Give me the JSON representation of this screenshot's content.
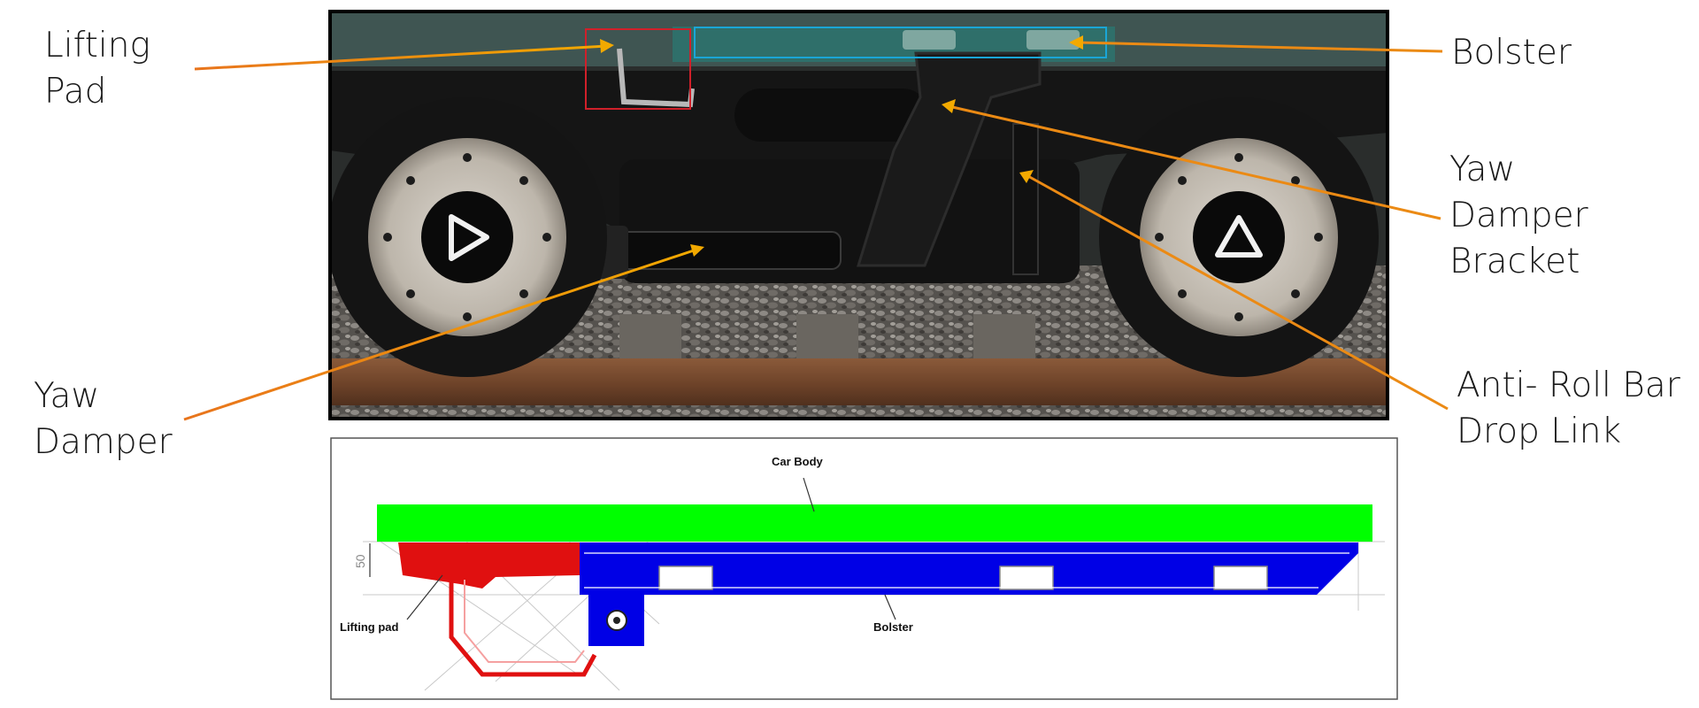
{
  "callouts": {
    "lifting_pad": [
      "Lifting",
      "Pad"
    ],
    "bolster": [
      "Bolster"
    ],
    "yaw_damper_bracket": [
      "Yaw",
      "Damper",
      "Bracket"
    ],
    "yaw_damper": [
      "Yaw",
      "Damper"
    ],
    "anti_roll_bar_drop_link": [
      "Anti- Roll Bar",
      "Drop Link"
    ]
  },
  "diagram": {
    "car_body_label": "Car Body",
    "lifting_pad_label": "Lifting pad",
    "bolster_label": "Bolster",
    "dimension_label": "50"
  },
  "colors": {
    "leader": "#e8741c",
    "leader_tip": "#f2a900",
    "car_body": "#00ff00",
    "bolster": "#0000e6",
    "lifting_pad": "#e01010",
    "photo_highlight_red": "#d0202a",
    "photo_highlight_blue": "#1aa6d6"
  }
}
